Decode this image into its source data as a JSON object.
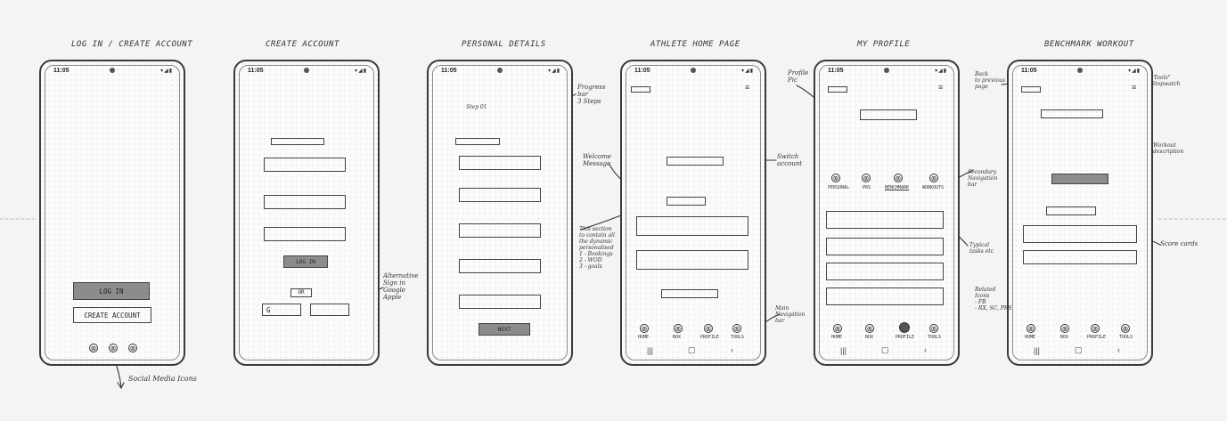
{
  "screens": [
    {
      "title": "LOG IN / CREATE ACCOUNT",
      "time": "11:05",
      "buttons": [
        "LOG IN",
        "CREATE ACCOUNT"
      ]
    },
    {
      "title": "CREATE ACCOUNT",
      "time": "11:05",
      "buttons": [
        "LOG IN",
        "OR"
      ],
      "social": [
        "G"
      ]
    },
    {
      "title": "PERSONAL DETAILS",
      "time": "11:05",
      "step": "Step 01",
      "buttons": [
        "NEXT"
      ]
    },
    {
      "title": "ATHLETE HOME PAGE",
      "time": "11:05",
      "tabs": [
        "HOME",
        "BOX",
        "PROFILE",
        "TOOLS"
      ]
    },
    {
      "title": "MY PROFILE",
      "time": "11:05",
      "secondary_tabs": [
        "PERSONAL",
        "PRS",
        "BENCHMARK",
        "WORKOUTS"
      ],
      "tabs": [
        "HOME",
        "BOX",
        "PROFILE",
        "TOOLS"
      ]
    },
    {
      "title": "BENCHMARK WORKOUT",
      "time": "11:05",
      "tabs": [
        "HOME",
        "BOX",
        "PROFILE",
        "TOOLS"
      ]
    }
  ],
  "annotations": {
    "social_media_icons": "Social Media Icons",
    "alternative_sign_in": [
      "Alternative",
      "Sign in",
      "Google",
      "Apple"
    ],
    "progress_bar": [
      "Progress",
      "bar",
      "3 Steps"
    ],
    "welcome_message": [
      "Welcome",
      "Message"
    ],
    "section_note": [
      "This section",
      "to contain all",
      "the dynamic",
      "personalised",
      "1 - Bookings",
      "2 - WOD",
      "3 - goals"
    ],
    "switch_account": [
      "Switch",
      "account"
    ],
    "main_navigation_bar": [
      "Main",
      "Navigation",
      "bar"
    ],
    "profile_pic": [
      "Profile",
      "Pic"
    ],
    "secondary_navigation_bar": [
      "Secondary",
      "Navigation",
      "bar"
    ],
    "typical_tasks": [
      "Typical",
      "tasks etc"
    ],
    "back_to_previous_page": [
      "Back",
      "to previous",
      "page"
    ],
    "tools_stopwatch": [
      "\"Tools\"",
      "Stopwatch"
    ],
    "workout_description": [
      "Workout",
      "description"
    ],
    "score_cards": "Score cards",
    "related_icons": [
      "Related",
      "Icons",
      "- FB",
      "- RX, SC, PRS"
    ]
  }
}
